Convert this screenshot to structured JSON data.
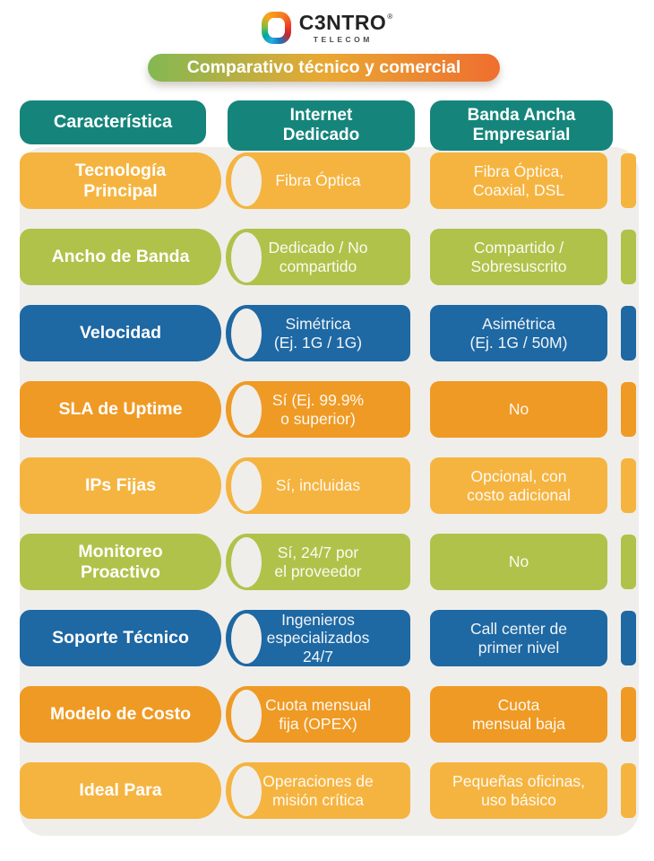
{
  "logo": {
    "brand": "C3NTRO",
    "registered": "®",
    "subtitle": "TELECOM"
  },
  "banner": {
    "label": "Comparativo técnico y comercial"
  },
  "table": {
    "headers": [
      {
        "label": "Característica"
      },
      {
        "label": "Internet\nDedicado"
      },
      {
        "label": "Banda Ancha\nEmpresarial"
      }
    ],
    "rows": [
      {
        "feature": "Tecnología\nPrincipal",
        "dedicated": "Fibra Óptica",
        "broadband": "Fibra Óptica,\nCoaxial, DSL",
        "color": "yellow"
      },
      {
        "feature": "Ancho de Banda",
        "dedicated": "Dedicado / No\ncompartido",
        "broadband": "Compartido /\nSobresuscrito",
        "color": "green"
      },
      {
        "feature": "Velocidad",
        "dedicated": "Simétrica\n(Ej. 1G / 1G)",
        "broadband": "Asimétrica\n(Ej. 1G / 50M)",
        "color": "blue"
      },
      {
        "feature": "SLA de Uptime",
        "dedicated": "Sí (Ej. 99.9%\no superior)",
        "broadband": "No",
        "color": "orange"
      },
      {
        "feature": "IPs Fijas",
        "dedicated": "Sí, incluidas",
        "broadband": "Opcional, con\ncosto adicional",
        "color": "yellow"
      },
      {
        "feature": "Monitoreo\nProactivo",
        "dedicated": "Sí, 24/7 por\nel proveedor",
        "broadband": "No",
        "color": "green"
      },
      {
        "feature": "Soporte Técnico",
        "dedicated": "Ingenieros\nespecializados\n24/7",
        "broadband": "Call center de\nprimer nivel",
        "color": "blue"
      },
      {
        "feature": "Modelo de Costo",
        "dedicated": "Cuota mensual\nfija (OPEX)",
        "broadband": "Cuota\nmensual baja",
        "color": "orange"
      },
      {
        "feature": "Ideal Para",
        "dedicated": "Operaciones de\nmisión crítica",
        "broadband": "Pequeñas oficinas,\nuso básico",
        "color": "yellow"
      }
    ]
  },
  "palette": {
    "teal": "#15857B",
    "yellow": "#F5B440",
    "green": "#B1C24A",
    "blue": "#1E68A3",
    "orange": "#EF9A24",
    "panel": "#F0EEEB",
    "banner_gradient": [
      "#83B853",
      "#E9A833",
      "#EF6E2F"
    ]
  },
  "chart_data": {
    "type": "table",
    "title": "Comparativo técnico y comercial",
    "columns": [
      "Característica",
      "Internet Dedicado",
      "Banda Ancha Empresarial"
    ],
    "rows": [
      [
        "Tecnología Principal",
        "Fibra Óptica",
        "Fibra Óptica, Coaxial, DSL"
      ],
      [
        "Ancho de Banda",
        "Dedicado / No compartido",
        "Compartido / Sobresuscrito"
      ],
      [
        "Velocidad",
        "Simétrica (Ej. 1G / 1G)",
        "Asimétrica (Ej. 1G / 50M)"
      ],
      [
        "SLA de Uptime",
        "Sí (Ej. 99.9% o superior)",
        "No"
      ],
      [
        "IPs Fijas",
        "Sí, incluidas",
        "Opcional, con costo adicional"
      ],
      [
        "Monitoreo Proactivo",
        "Sí, 24/7 por el proveedor",
        "No"
      ],
      [
        "Soporte Técnico",
        "Ingenieros especializados 24/7",
        "Call center de primer nivel"
      ],
      [
        "Modelo de Costo",
        "Cuota mensual fija (OPEX)",
        "Cuota mensual baja"
      ],
      [
        "Ideal Para",
        "Operaciones de misión crítica",
        "Pequeñas oficinas, uso básico"
      ]
    ]
  }
}
